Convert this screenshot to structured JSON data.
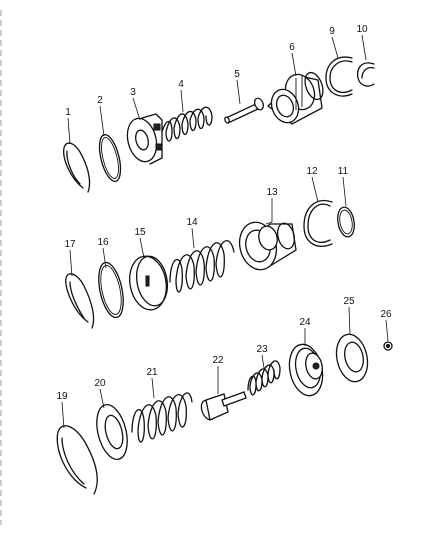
{
  "diagram": {
    "callouts": [
      {
        "id": "c1",
        "label": "1"
      },
      {
        "id": "c2",
        "label": "2"
      },
      {
        "id": "c3",
        "label": "3"
      },
      {
        "id": "c4",
        "label": "4"
      },
      {
        "id": "c5",
        "label": "5"
      },
      {
        "id": "c6",
        "label": "6"
      },
      {
        "id": "c7",
        "label": "9"
      },
      {
        "id": "c8",
        "label": "10"
      },
      {
        "id": "c9",
        "label": "12"
      },
      {
        "id": "c10",
        "label": "11"
      },
      {
        "id": "c11",
        "label": "13"
      },
      {
        "id": "c12",
        "label": "17"
      },
      {
        "id": "c13",
        "label": "16"
      },
      {
        "id": "c14",
        "label": "15"
      },
      {
        "id": "c15",
        "label": "14"
      },
      {
        "id": "c16",
        "label": "19"
      },
      {
        "id": "c17",
        "label": "20"
      },
      {
        "id": "c18",
        "label": "21"
      },
      {
        "id": "c19",
        "label": "22"
      },
      {
        "id": "c20",
        "label": "23"
      },
      {
        "id": "c21",
        "label": "24"
      },
      {
        "id": "c22",
        "label": "25"
      },
      {
        "id": "c23",
        "label": "26"
      }
    ]
  }
}
